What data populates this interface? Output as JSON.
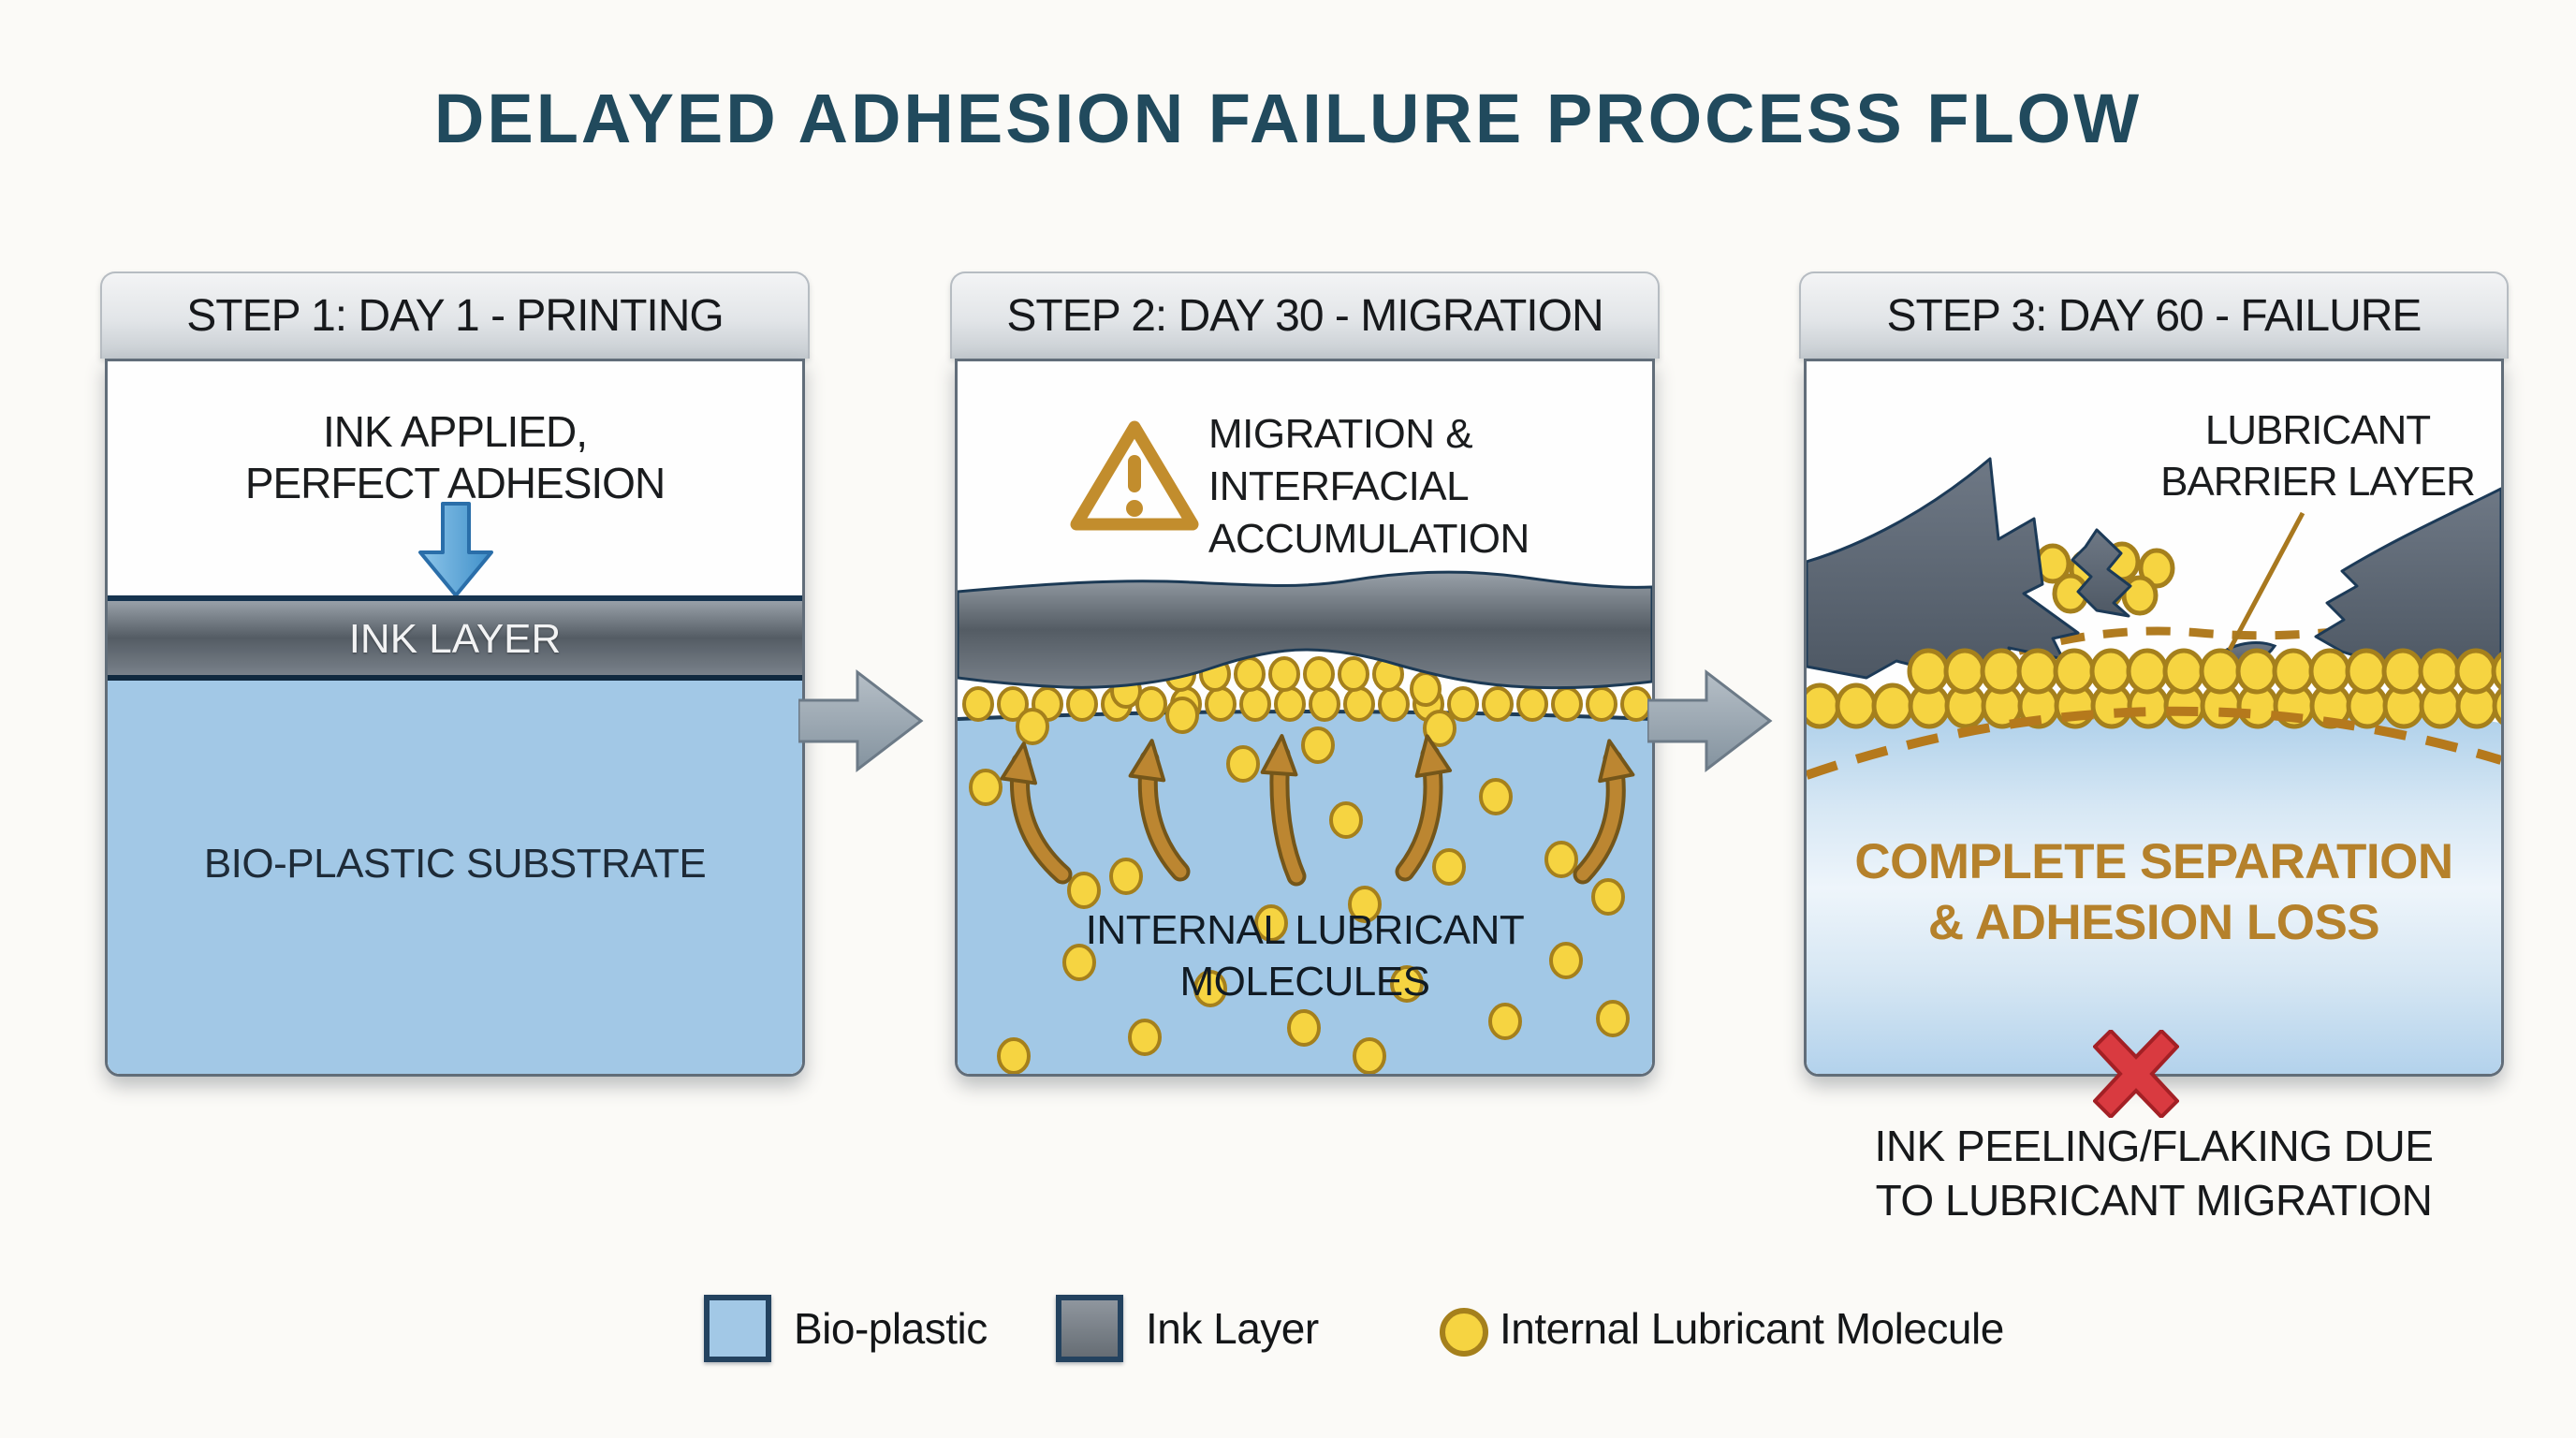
{
  "title": "DELAYED ADHESION FAILURE PROCESS FLOW",
  "steps": [
    {
      "header": "STEP 1: DAY 1 - PRINTING",
      "annotation": "INK APPLIED,\nPERFECT ADHESION",
      "ink_label": "INK LAYER",
      "substrate_label": "BIO-PLASTIC SUBSTRATE"
    },
    {
      "header": "STEP 2: DAY 30 - MIGRATION",
      "annotation": "MIGRATION &\nINTERFACIAL\nACCUMULATION",
      "substrate_label": "INTERNAL LUBRICANT\nMOLECULES"
    },
    {
      "header": "STEP 3: DAY 60 - FAILURE",
      "annotation": "LUBRICANT\nBARRIER LAYER",
      "result_label": "COMPLETE SEPARATION\n& ADHESION LOSS",
      "caption": "INK PEELING/FLAKING DUE\nTO LUBRICANT MIGRATION"
    }
  ],
  "legend": [
    {
      "label": "Bio-plastic",
      "color": "#a2c8e6"
    },
    {
      "label": "Ink Layer",
      "color": "#6f7880"
    },
    {
      "label": "Internal Lubricant Molecule",
      "color": "#f6d441"
    }
  ],
  "icons": {
    "warning": "warning-triangle-icon",
    "flow": "flow-arrow-icon",
    "failure": "red-x-icon",
    "ink_applied": "down-arrow-icon"
  },
  "colors": {
    "title": "#214a5d",
    "bio_plastic": "#a2c8e6",
    "ink_layer": "#5a626b",
    "lubricant": "#f6d441",
    "lubricant_border": "#a5801c",
    "migration_arrow": "#bc8631",
    "accent_brown": "#b5812b",
    "failure_red": "#d93a40",
    "ink_arrow_blue": "#4d9fd6"
  }
}
